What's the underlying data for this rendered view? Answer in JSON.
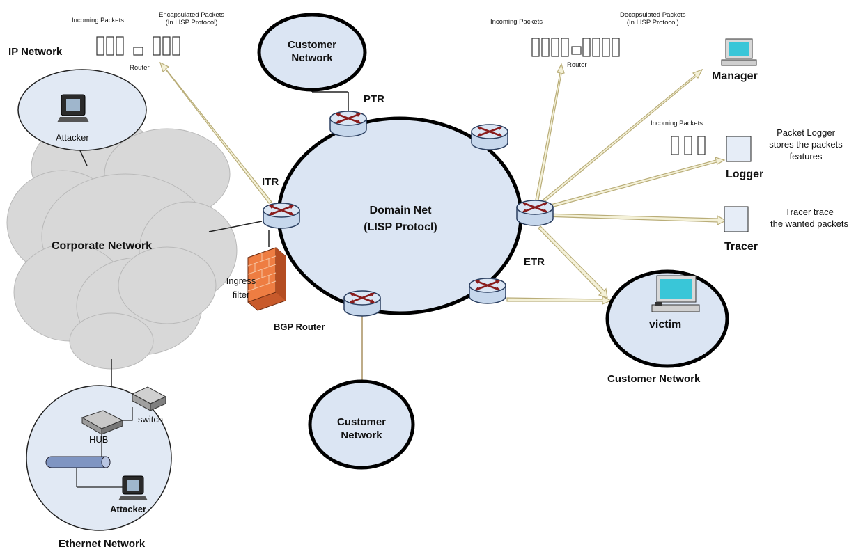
{
  "nodes": {
    "domain_net": {
      "name": "Domain Net",
      "protocol": "(LISP Protocl)"
    },
    "itr": "ITR",
    "ptr": "PTR",
    "etr": "ETR",
    "bgp_router": "BGP Router",
    "ingress_filter": "Ingress\nfilter",
    "customer_top": "Customer\nNetwork",
    "customer_bottom": "Customer\nNetwork",
    "customer_right": {
      "node": "victim",
      "caption": "Customer Network"
    },
    "ip_network": {
      "title": "IP Network",
      "node": "Attacker"
    },
    "corporate_network": "Corporate Network",
    "ethernet_network": {
      "title": "Ethernet Network",
      "hub": "HUB",
      "switch": "switch",
      "node": "Attacker"
    },
    "manager": "Manager",
    "logger": {
      "title": "Logger",
      "desc": "Packet Logger\nstores the packets\nfeatures"
    },
    "tracer": {
      "title": "Tracer",
      "desc": "Tracer trace\nthe wanted packets"
    }
  },
  "packets_left": {
    "incoming": "Incoming Packets",
    "encapsulated": "Encapsulated Packets\n(In LISP Protocol)",
    "router": "Router"
  },
  "packets_right": {
    "incoming": "Incoming Packets",
    "decapsulated": "Decapsulated Packets\n(In LISP Protocol)",
    "router": "Router"
  },
  "packets_logger": {
    "incoming": "Incoming Packets"
  },
  "colors": {
    "node_fill": "#dfe8f4",
    "router_fill": "#d6e4f3",
    "router_arrow": "#8a1c1c",
    "arrow_fill": "#f4f1d8",
    "arrow_stroke": "#bdb27a",
    "cloud": "#dcdcdc",
    "firewall": "#e7703a"
  }
}
